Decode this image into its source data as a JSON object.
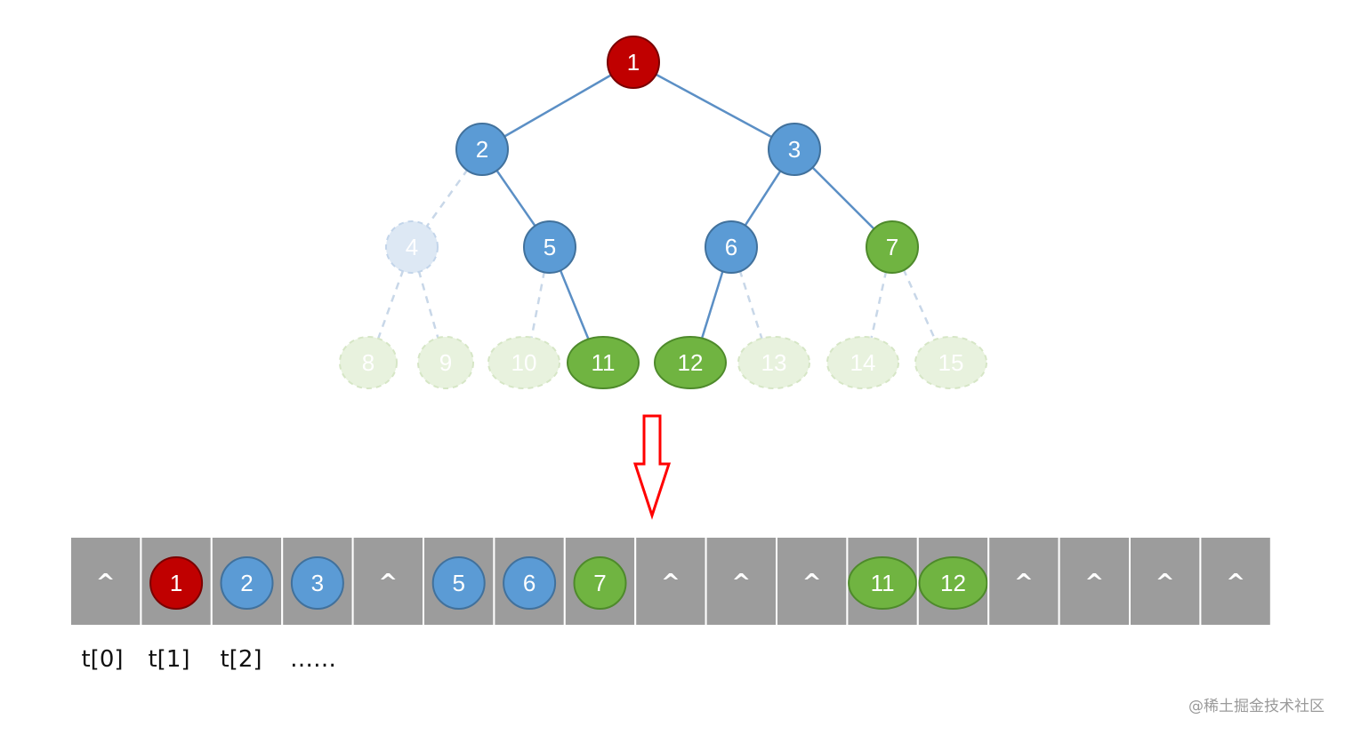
{
  "tree": {
    "nodes": [
      {
        "label": "1",
        "kind": "root"
      },
      {
        "label": "2",
        "kind": "blue"
      },
      {
        "label": "3",
        "kind": "blue"
      },
      {
        "label": "4",
        "kind": "blue-ghost"
      },
      {
        "label": "5",
        "kind": "blue"
      },
      {
        "label": "6",
        "kind": "blue"
      },
      {
        "label": "7",
        "kind": "green"
      },
      {
        "label": "8",
        "kind": "green-ghost"
      },
      {
        "label": "9",
        "kind": "green-ghost"
      },
      {
        "label": "10",
        "kind": "green-ghost"
      },
      {
        "label": "11",
        "kind": "green"
      },
      {
        "label": "12",
        "kind": "green"
      },
      {
        "label": "13",
        "kind": "green-ghost"
      },
      {
        "label": "14",
        "kind": "green-ghost"
      },
      {
        "label": "15",
        "kind": "green-ghost"
      }
    ],
    "edges": [
      {
        "from": "1",
        "to": "2",
        "style": "solid"
      },
      {
        "from": "1",
        "to": "3",
        "style": "solid"
      },
      {
        "from": "2",
        "to": "4",
        "style": "dashed"
      },
      {
        "from": "2",
        "to": "5",
        "style": "solid"
      },
      {
        "from": "3",
        "to": "6",
        "style": "solid"
      },
      {
        "from": "3",
        "to": "7",
        "style": "solid"
      },
      {
        "from": "4",
        "to": "8",
        "style": "dashed"
      },
      {
        "from": "4",
        "to": "9",
        "style": "dashed"
      },
      {
        "from": "5",
        "to": "10",
        "style": "dashed"
      },
      {
        "from": "5",
        "to": "11",
        "style": "solid"
      },
      {
        "from": "6",
        "to": "12",
        "style": "solid"
      },
      {
        "from": "6",
        "to": "13",
        "style": "dashed"
      },
      {
        "from": "7",
        "to": "14",
        "style": "dashed"
      },
      {
        "from": "7",
        "to": "15",
        "style": "dashed"
      }
    ]
  },
  "array": {
    "empty_symbol": "^",
    "cells": [
      {
        "value": "",
        "kind": "empty"
      },
      {
        "value": "1",
        "kind": "root"
      },
      {
        "value": "2",
        "kind": "blue"
      },
      {
        "value": "3",
        "kind": "blue"
      },
      {
        "value": "",
        "kind": "empty"
      },
      {
        "value": "5",
        "kind": "blue"
      },
      {
        "value": "6",
        "kind": "blue"
      },
      {
        "value": "7",
        "kind": "green"
      },
      {
        "value": "",
        "kind": "empty"
      },
      {
        "value": "",
        "kind": "empty"
      },
      {
        "value": "",
        "kind": "empty"
      },
      {
        "value": "11",
        "kind": "green"
      },
      {
        "value": "12",
        "kind": "green"
      },
      {
        "value": "",
        "kind": "empty"
      },
      {
        "value": "",
        "kind": "empty"
      },
      {
        "value": "",
        "kind": "empty"
      },
      {
        "value": "",
        "kind": "empty"
      }
    ],
    "index_labels": [
      "t[0]",
      "t[1]",
      "t[2]",
      "……"
    ]
  },
  "watermark": "@稀土掘金技术社区",
  "colors": {
    "root_fill": "#c00000",
    "root_stroke": "#7a0000",
    "blue_fill": "#5b9bd5",
    "blue_stroke": "#41719c",
    "blue_ghost_fill": "#dde8f4",
    "blue_ghost_stroke": "#c3d5ea",
    "green_fill": "#70b441",
    "green_stroke": "#4e8a2b",
    "green_ghost_fill": "#e8f2de",
    "green_ghost_stroke": "#d6e6c6",
    "edge": "#5b8fc5",
    "arrow": "#ff0000",
    "cell": "#9c9c9c"
  }
}
